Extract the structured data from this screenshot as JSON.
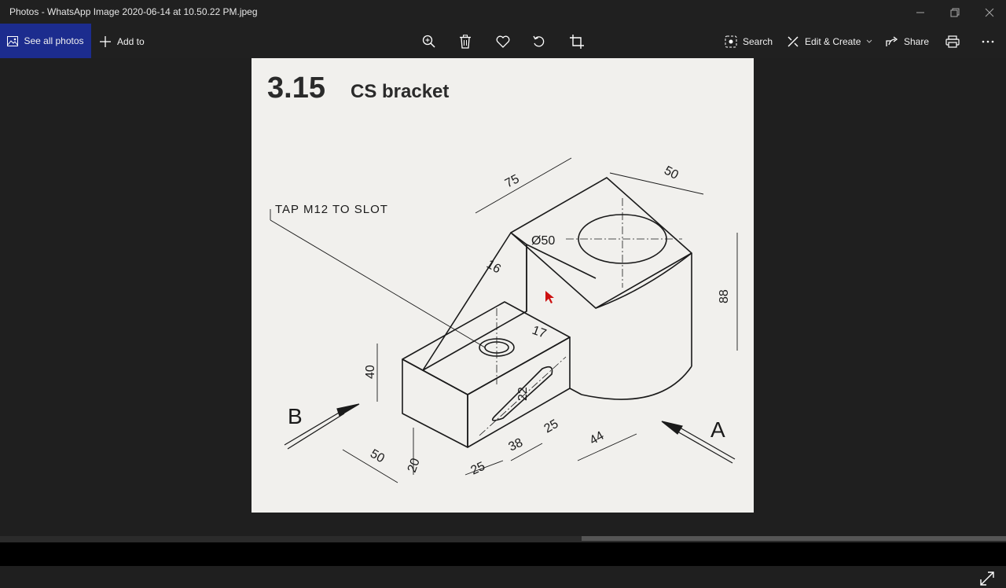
{
  "window": {
    "title": "Photos - WhatsApp Image 2020-06-14 at 10.50.22 PM.jpeg"
  },
  "toolbar": {
    "see_all_label": "See all photos",
    "add_to_label": "Add to",
    "search_label": "Search",
    "edit_create_label": "Edit & Create",
    "share_label": "Share"
  },
  "drawing": {
    "number": "3.15",
    "title": "CS bracket",
    "note": "TAP M12 TO SLOT",
    "view_b": "B",
    "view_a": "A",
    "dims": {
      "d75": "75",
      "d50_top": "50",
      "dia50": "Ø50",
      "d16": "16",
      "d88": "88",
      "d17": "17",
      "d40": "40",
      "d22": "22",
      "d25_right": "25",
      "d44": "44",
      "d50_bottom": "50",
      "d20": "20",
      "d25_bottom": "25",
      "d38": "38"
    }
  },
  "colors": {
    "accent": "#1c2c8e",
    "background": "#1f1f1f",
    "paper": "#f1f0ed",
    "ink": "#1a1a1a"
  }
}
